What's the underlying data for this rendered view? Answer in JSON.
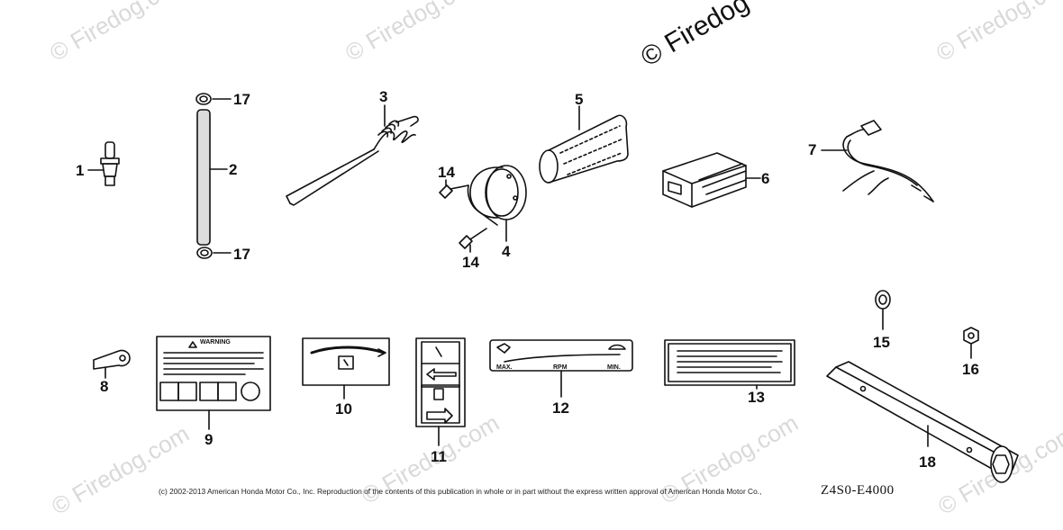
{
  "watermark": {
    "brand_text": "© Firedog.com",
    "header_text": "© Firedog"
  },
  "callouts": [
    {
      "id": "p1",
      "label": "1"
    },
    {
      "id": "p2",
      "label": "2"
    },
    {
      "id": "p3",
      "label": "3"
    },
    {
      "id": "p4",
      "label": "4"
    },
    {
      "id": "p5",
      "label": "5"
    },
    {
      "id": "p6",
      "label": "6"
    },
    {
      "id": "p7",
      "label": "7"
    },
    {
      "id": "p8",
      "label": "8"
    },
    {
      "id": "p9",
      "label": "9"
    },
    {
      "id": "p10",
      "label": "10"
    },
    {
      "id": "p11",
      "label": "11"
    },
    {
      "id": "p12",
      "label": "12"
    },
    {
      "id": "p13",
      "label": "13"
    },
    {
      "id": "p14a",
      "label": "14"
    },
    {
      "id": "p14b",
      "label": "14"
    },
    {
      "id": "p15",
      "label": "15"
    },
    {
      "id": "p16",
      "label": "16"
    },
    {
      "id": "p17a",
      "label": "17"
    },
    {
      "id": "p17b",
      "label": "17"
    },
    {
      "id": "p18",
      "label": "18"
    }
  ],
  "labels": {
    "warning_label_text": "WARNING",
    "rpm_max": "MAX.",
    "rpm_mid": "RPM",
    "rpm_min": "MIN."
  },
  "footer": {
    "copyright": "(c) 2002-2013 American Honda Motor Co., Inc. Reproduction of the contents of this publication in whole or in part without the express written approval of American Honda Motor Co.,",
    "diagram_code": "Z4S0-E4000"
  }
}
